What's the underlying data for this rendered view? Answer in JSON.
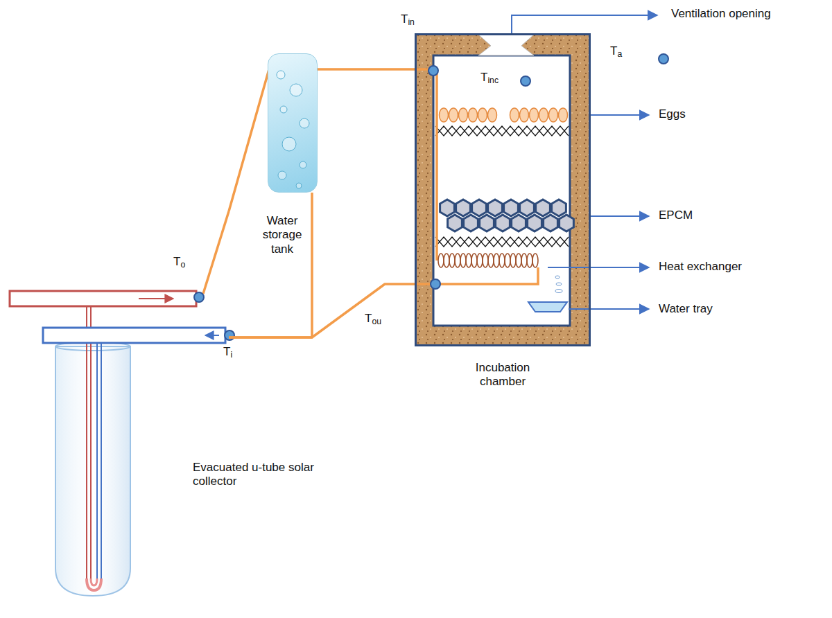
{
  "diagram": {
    "nodes": [
      {
        "text": [
          "Incubation chamber"
        ]
      },
      {
        "text": [
          "Water storage tank"
        ]
      },
      {
        "text": [
          "Evacuated u-tube solar collector"
        ]
      }
    ],
    "edges": [
      {
        "from": 2,
        "to": 0,
        "arrow": "none"
      },
      {
        "from": 0,
        "to": 2,
        "arrow": "none"
      },
      {
        "from": 1,
        "to": 2,
        "arrow": "none"
      }
    ],
    "labels": [
      "Ventilation opening",
      "Tin",
      "Tinc",
      "Ta",
      "Eggs",
      "EPCM",
      "Heat exchanger",
      "To",
      "Water tray",
      "Tou",
      "Ti"
    ]
  }
}
